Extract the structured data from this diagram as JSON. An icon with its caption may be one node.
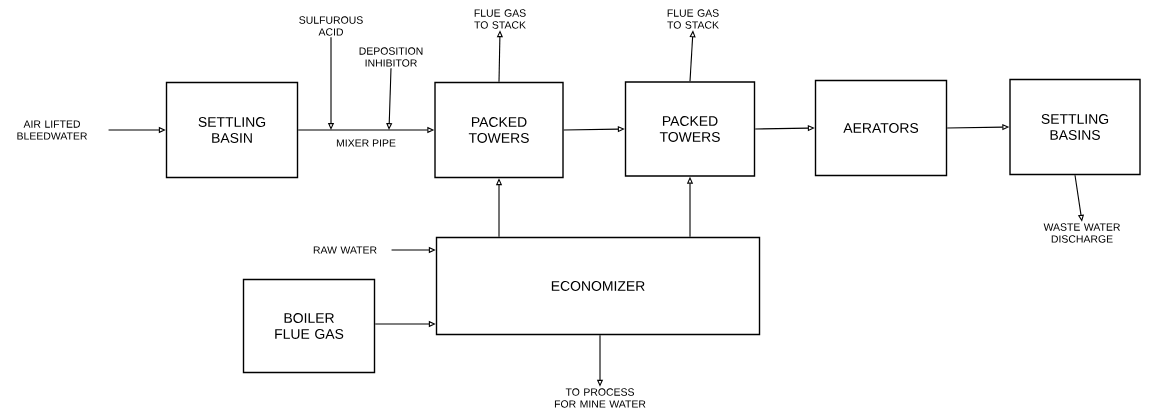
{
  "diagram": {
    "nodes": [
      {
        "text": [
          "AIR LIFTED BLEEDWATER"
        ]
      },
      {
        "text": [
          "SETTLING BASIN"
        ]
      },
      {
        "text": [
          "SULFUROUS ACID"
        ]
      },
      {
        "text": [
          "DEPOSITION INHIBITOR"
        ]
      },
      {
        "text": [
          "FLUE GAS TO STACK"
        ]
      },
      {
        "text": [
          "PACKED TOWERS"
        ]
      },
      {
        "text": [
          "FLUE GAS TO STACK"
        ]
      },
      {
        "text": [
          "PACKED TOWERS"
        ]
      },
      {
        "text": [
          "AERATORS"
        ]
      },
      {
        "text": [
          "SETTLING BASINS"
        ]
      },
      {
        "text": [
          "WASTE WATER DISCHARGE"
        ]
      },
      {
        "text": [
          "RAW WATER"
        ]
      },
      {
        "text": [
          "ECONOMIZER"
        ]
      },
      {
        "text": [
          "BOILER FLUE GAS"
        ]
      },
      {
        "text": [
          "TO PROCESS FOR MINE WATER"
        ]
      }
    ],
    "edges": [
      {
        "from": 0,
        "to": 1,
        "arrow": "to"
      },
      {
        "from": 1,
        "to": 5,
        "arrow": "to",
        "label": "MIXER PIPE"
      },
      {
        "from": 2,
        "to": null,
        "arrow": "to"
      },
      {
        "from": 3,
        "to": null,
        "arrow": "to"
      },
      {
        "from": 5,
        "to": 4,
        "arrow": "to"
      },
      {
        "from": 5,
        "to": 7,
        "arrow": "to"
      },
      {
        "from": 7,
        "to": 6,
        "arrow": "to"
      },
      {
        "from": 7,
        "to": 8,
        "arrow": "to"
      },
      {
        "from": 8,
        "to": 9,
        "arrow": "to"
      },
      {
        "from": 9,
        "to": 10,
        "arrow": "to"
      },
      {
        "from": 11,
        "to": 12,
        "arrow": "to"
      },
      {
        "from": 13,
        "to": 12,
        "arrow": "to"
      },
      {
        "from": 12,
        "to": 5,
        "arrow": "to"
      },
      {
        "from": 12,
        "to": 7,
        "arrow": "to"
      },
      {
        "from": 12,
        "to": 14,
        "arrow": "to"
      }
    ]
  }
}
